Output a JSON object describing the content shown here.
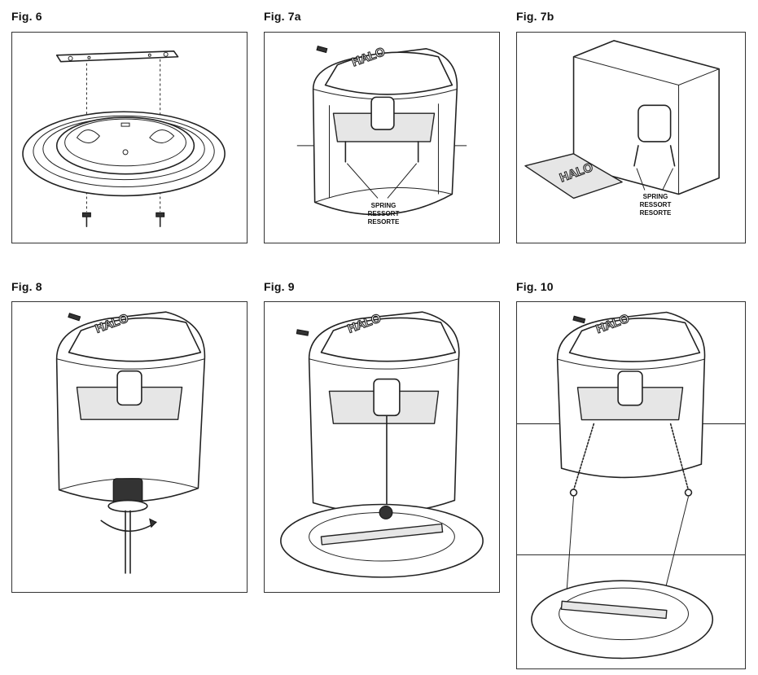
{
  "figures": {
    "fig6": {
      "label": "Fig. 6"
    },
    "fig7a": {
      "label": "Fig. 7a",
      "callout": [
        "SPRING",
        "RESSORT",
        "RESORTE"
      ],
      "brand": "HALO"
    },
    "fig7b": {
      "label": "Fig. 7b",
      "callout": [
        "SPRING",
        "RESSORT",
        "RESORTE"
      ],
      "brand": "HALO"
    },
    "fig8": {
      "label": "Fig. 8",
      "brand": "HALO"
    },
    "fig9": {
      "label": "Fig. 9",
      "brand": "HALO"
    },
    "fig10": {
      "label": "Fig. 10",
      "brand": "HALO"
    }
  },
  "colors": {
    "line": "#222222",
    "background": "#ffffff",
    "shade": "#e6e6e6"
  }
}
